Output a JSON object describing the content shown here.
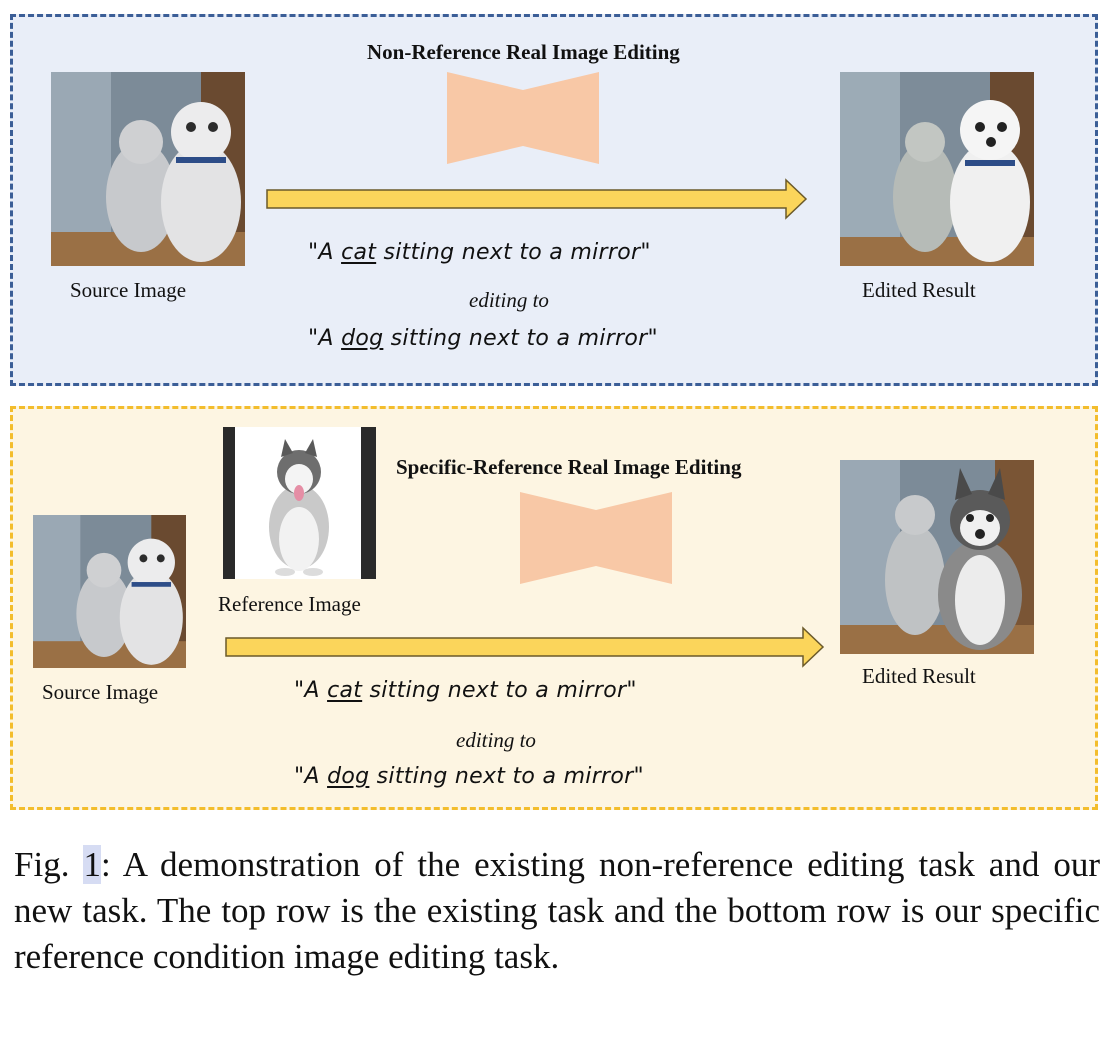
{
  "top": {
    "title": "Non-Reference Real Image Editing",
    "source_label": "Source Image",
    "result_label": "Edited Result",
    "prompt_src_pre": "\"A ",
    "prompt_src_word": "cat",
    "prompt_src_post": " sitting next to a mirror\"",
    "editing_to": "editing to",
    "prompt_tgt_pre": "\"A ",
    "prompt_tgt_word": "dog",
    "prompt_tgt_post": " sitting next to a mirror\""
  },
  "bottom": {
    "title": "Specific-Reference Real Image Editing",
    "reference_label": "Reference Image",
    "source_label": "Source Image",
    "result_label": "Edited Result",
    "prompt_src_pre": "\"A ",
    "prompt_src_word": "cat",
    "prompt_src_post": " sitting next to a mirror\"",
    "editing_to": "editing to",
    "prompt_tgt_pre": "\"A ",
    "prompt_tgt_word": "dog",
    "prompt_tgt_post": " sitting next to a mirror\""
  },
  "caption": {
    "prefix": "Fig. ",
    "number": "1",
    "text": ": A demonstration of the existing non-reference editing task and our new task. The top row is the existing task and the bottom row is our specific reference condition image editing task."
  },
  "colors": {
    "top_panel_bg": "#e9eef8",
    "top_panel_border": "#3b5e97",
    "bottom_panel_bg": "#fdf5e2",
    "bottom_panel_border": "#f3bd2c",
    "arrow_fill": "#fbd55b",
    "model_shape": "#f8c8a6"
  }
}
